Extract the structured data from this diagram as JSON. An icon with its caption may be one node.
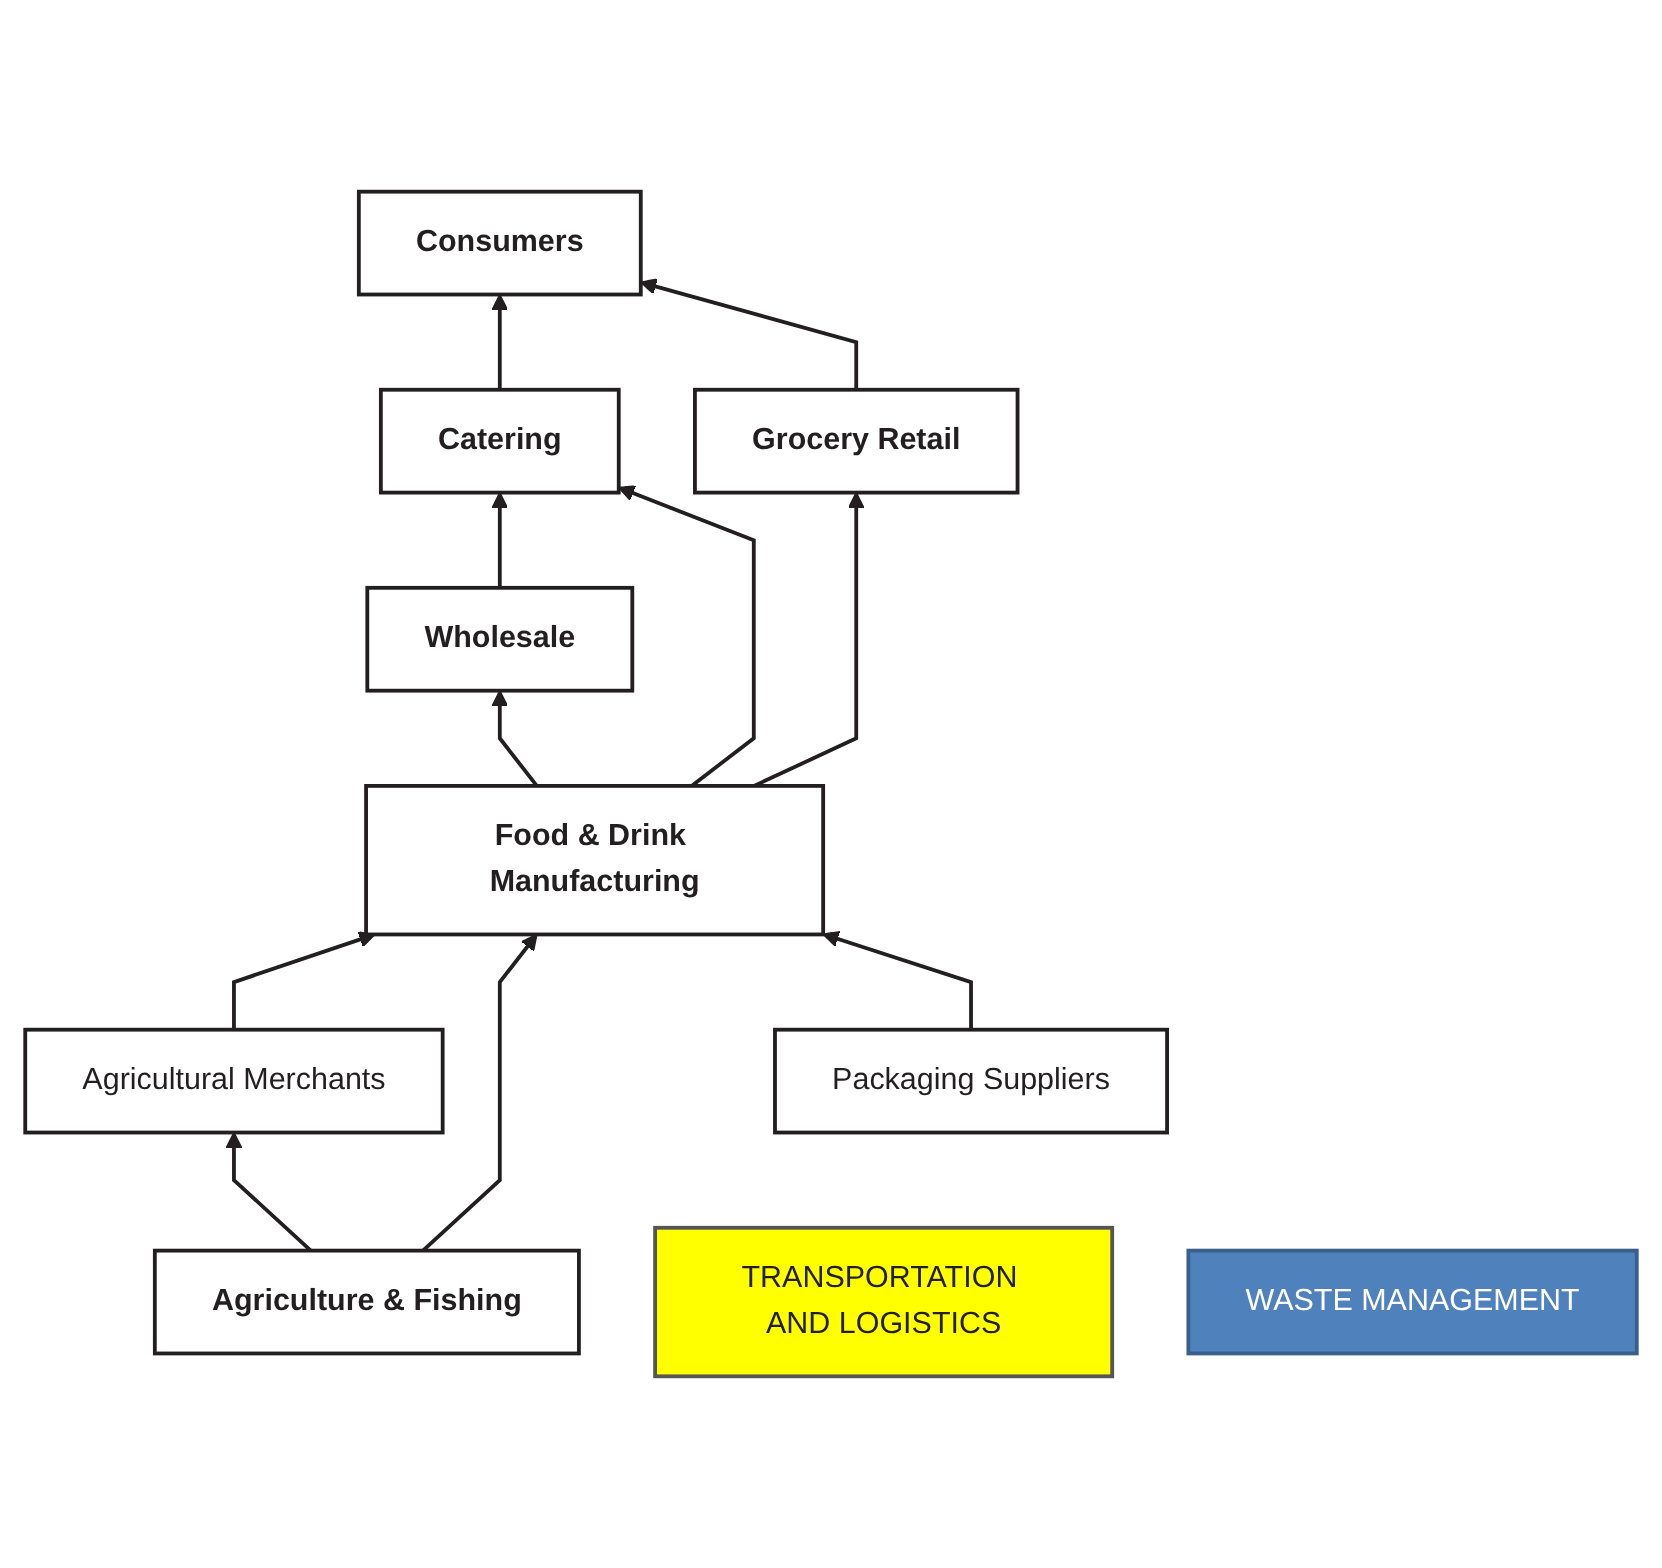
{
  "diagram": {
    "nodes": [
      {
        "text": [
          "Consumers"
        ]
      },
      {
        "text": [
          "Catering"
        ]
      },
      {
        "text": [
          "Grocery Retail"
        ]
      },
      {
        "text": [
          "Wholesale"
        ]
      },
      {
        "text": [
          "Food & Drink Manufacturing"
        ]
      },
      {
        "text": [
          "Agricultural Merchants"
        ]
      },
      {
        "text": [
          "Packaging Suppliers"
        ]
      },
      {
        "text": [
          "Agriculture & Fishing"
        ]
      },
      {
        "text": [
          "TRANSPORTATION AND LOGISTICS"
        ]
      },
      {
        "text": [
          "WASTE MANAGEMENT"
        ]
      }
    ],
    "edges": [
      {
        "from": 1,
        "to": 0,
        "arrow": "to"
      },
      {
        "from": 2,
        "to": 0,
        "arrow": "to"
      },
      {
        "from": 3,
        "to": 1,
        "arrow": "to"
      },
      {
        "from": 4,
        "to": 1,
        "arrow": "to"
      },
      {
        "from": 4,
        "to": 2,
        "arrow": "to"
      },
      {
        "from": 4,
        "to": 3,
        "arrow": "to"
      },
      {
        "from": 5,
        "to": 4,
        "arrow": "to"
      },
      {
        "from": 7,
        "to": 4,
        "arrow": "to"
      },
      {
        "from": 6,
        "to": 4,
        "arrow": "to"
      },
      {
        "from": 7,
        "to": 5,
        "arrow": "to"
      }
    ]
  }
}
